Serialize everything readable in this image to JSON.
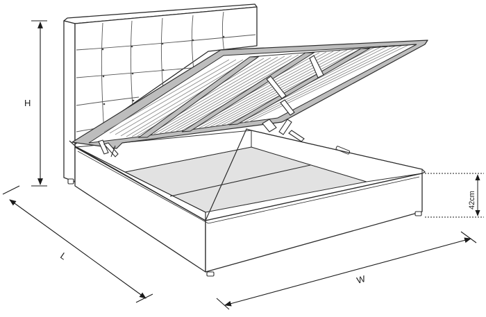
{
  "dimensions": {
    "height_label": "H",
    "length_label": "L",
    "width_label": "W",
    "storage_depth_label": "42cm"
  },
  "colors": {
    "outline": "#2b2b2b",
    "storage_floor": "#e2e2e2",
    "frame_fill": "#ffffff",
    "lid_frame": "#bdbdbd",
    "dimension_line": "#1a1a1a"
  },
  "icons": {
    "arrow": "arrowhead",
    "gas_strut": "lift-mechanism"
  }
}
